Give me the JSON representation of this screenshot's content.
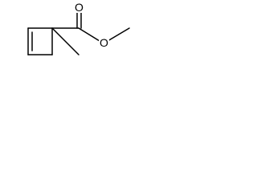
{
  "molecule": {
    "atoms": [
      {
        "id": "a1",
        "element": "C"
      },
      {
        "id": "a2",
        "element": "C"
      },
      {
        "id": "a3",
        "element": "C"
      },
      {
        "id": "a4",
        "element": "C"
      },
      {
        "id": "a5",
        "element": "C",
        "role": "ring-methyl"
      },
      {
        "id": "a6",
        "element": "C",
        "role": "carbonyl-carbon"
      },
      {
        "id": "a7",
        "element": "O",
        "label": "O",
        "role": "carbonyl-oxygen"
      },
      {
        "id": "a8",
        "element": "O",
        "label": "O",
        "role": "ester-oxygen"
      },
      {
        "id": "a9",
        "element": "C",
        "role": "ester-methyl"
      }
    ],
    "bonds": [
      {
        "from": "a1",
        "to": "a2",
        "order": 1
      },
      {
        "from": "a2",
        "to": "a3",
        "order": 2
      },
      {
        "from": "a3",
        "to": "a4",
        "order": 1
      },
      {
        "from": "a4",
        "to": "a1",
        "order": 1
      },
      {
        "from": "a1",
        "to": "a5",
        "order": 1
      },
      {
        "from": "a1",
        "to": "a6",
        "order": 1
      },
      {
        "from": "a6",
        "to": "a7",
        "order": 2
      },
      {
        "from": "a6",
        "to": "a8",
        "order": 1
      },
      {
        "from": "a8",
        "to": "a9",
        "order": 1
      }
    ]
  }
}
